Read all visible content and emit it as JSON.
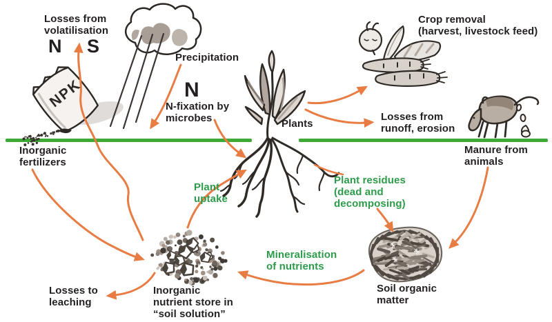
{
  "diagram": {
    "labels": {
      "losses_volatilisation": "Losses from\nvolatilisation",
      "volatilised_n": "N",
      "volatilised_s": "S",
      "npk_bag": "NPK",
      "inorganic_fertilizers": "Inorganic\nfertilizers",
      "precipitation": "Precipitation",
      "fixation_n_symbol": "N",
      "n_fixation": "N-fixation by\nmicrobes",
      "plants": "Plants",
      "crop_removal": "Crop removal\n(harvest, livestock feed)",
      "runoff_losses": "Losses from\nrunoff, erosion",
      "manure": "Manure from\nanimals",
      "plant_uptake": "Plant\nuptake",
      "plant_residues": "Plant residues\n(dead and\ndecomposing)",
      "mineralisation": "Mineralisation\nof nutrients",
      "soil_organic_matter": "Soil organic\nmatter",
      "nutrient_store": "Inorganic\nnutrient store in\n“soil solution”",
      "losses_leaching": "Losses to\nleaching"
    },
    "colors": {
      "arrow_orange": "#e87c42",
      "soil_line_green": "#3ea935",
      "process_label_green": "#2d9c4a",
      "text_black": "#231f20",
      "sketch_outline": "#2f2a26"
    },
    "illustrations": [
      "npk-fertilizer-bag-icon",
      "rain-cloud-icon",
      "rain-lines",
      "plant-with-roots-icon",
      "harvested-crops-icon",
      "grazing-cow-icon",
      "manure-droppings",
      "inorganic-nutrient-store-blob",
      "soil-organic-matter-blob",
      "soil-surface-line"
    ]
  }
}
